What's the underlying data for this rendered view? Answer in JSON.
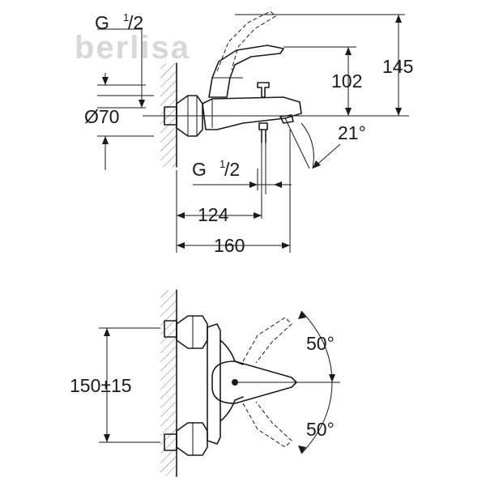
{
  "watermark": "berlisa",
  "side_view": {
    "thread_top": {
      "main": "G ",
      "sup": "1",
      "sub": "/2"
    },
    "flange_diameter": "Ø70",
    "thread_bottom": {
      "main": "G ",
      "sup": "1",
      "sub": "/2"
    },
    "height_spout": "102",
    "height_total": "145",
    "spout_angle": "21°",
    "depth_inner": "124",
    "depth_total": "160"
  },
  "front_view": {
    "center_distance": "150±15",
    "rotation_up": "50°",
    "rotation_down": "50°"
  }
}
